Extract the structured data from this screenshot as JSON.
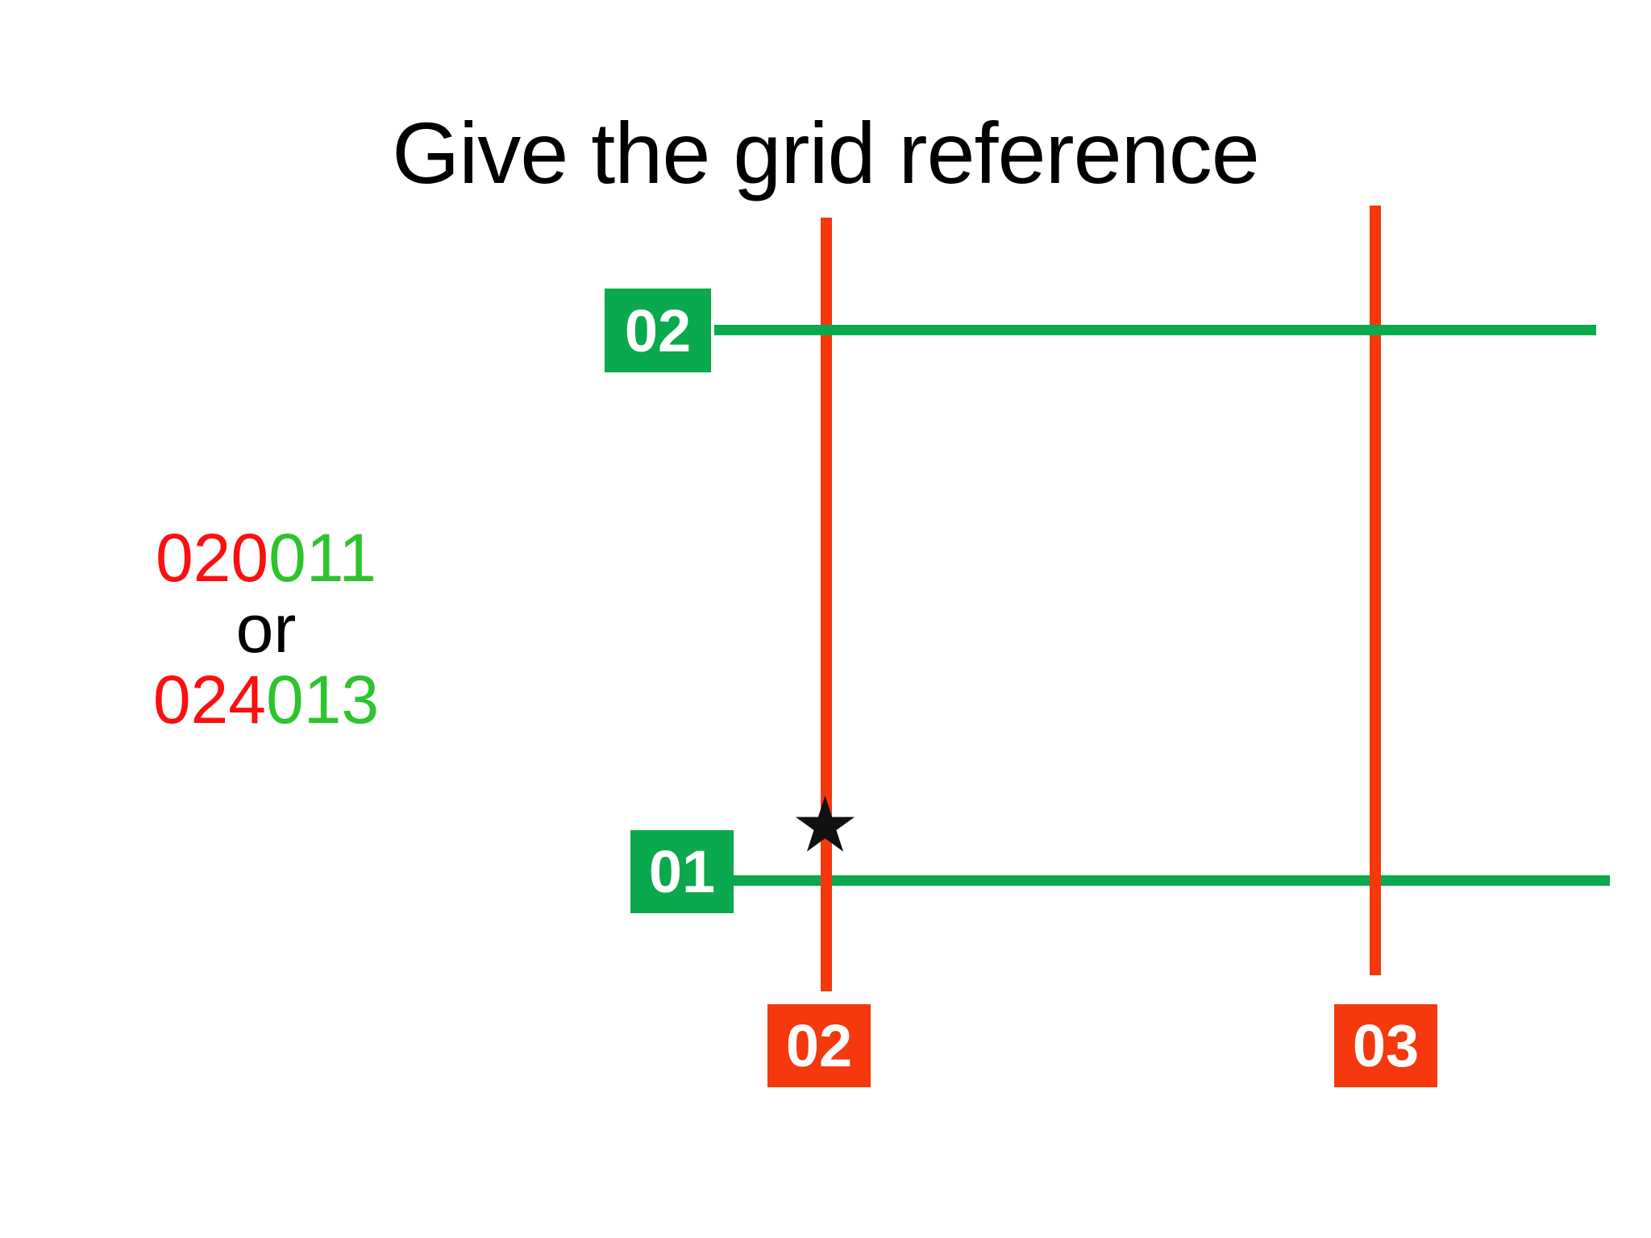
{
  "title": "Give the grid reference",
  "answer_panel": {
    "line1": {
      "red_part": "020",
      "green_part": "011"
    },
    "or_text": "or",
    "line2": {
      "red_part": "024",
      "green_part": "013"
    }
  },
  "grid": {
    "northings": [
      {
        "label": "02"
      },
      {
        "label": "01"
      }
    ],
    "eastings": [
      {
        "label": "02"
      },
      {
        "label": "03"
      }
    ],
    "marker_icon": "star"
  },
  "colors": {
    "grid_green": "#0ba94d",
    "grid_red": "#f5380d",
    "digit_red": "#fb1010",
    "digit_green": "#2dc42d",
    "label_text": "#ffffff",
    "title_text": "#000000",
    "star": "#111111",
    "background": "#ffffff"
  }
}
